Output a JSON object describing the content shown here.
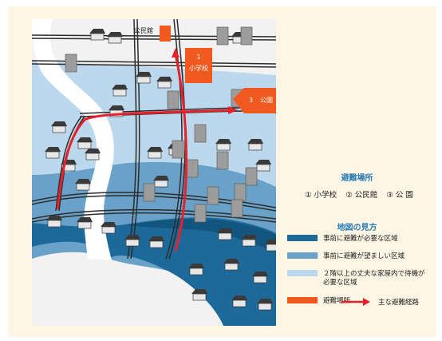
{
  "map": {
    "markers": [
      {
        "name": "公民館",
        "number": ""
      },
      {
        "name": "小学校",
        "number": "1"
      },
      {
        "name": "公園",
        "number": "3"
      }
    ]
  },
  "legend": {
    "evacuation_title": "避難場所",
    "places": [
      "① 小学校",
      "② 公民館",
      "③ 公 園"
    ],
    "map_key_title": "地図の見方",
    "items": [
      {
        "label": "事前に避難が必要な区域",
        "color": "#1d6a9a"
      },
      {
        "label": "事前に避難が望ましい区域",
        "color": "#6aa1c9"
      },
      {
        "label_line1": "２階以上の丈夫な家屋内で待機が",
        "label_line2": "必要な区域",
        "color": "#bcd8ec"
      },
      {
        "label": "避難場所",
        "color": "#f05a1f"
      }
    ],
    "route_label": "主な避難経路",
    "route_color": "#e5212b"
  }
}
